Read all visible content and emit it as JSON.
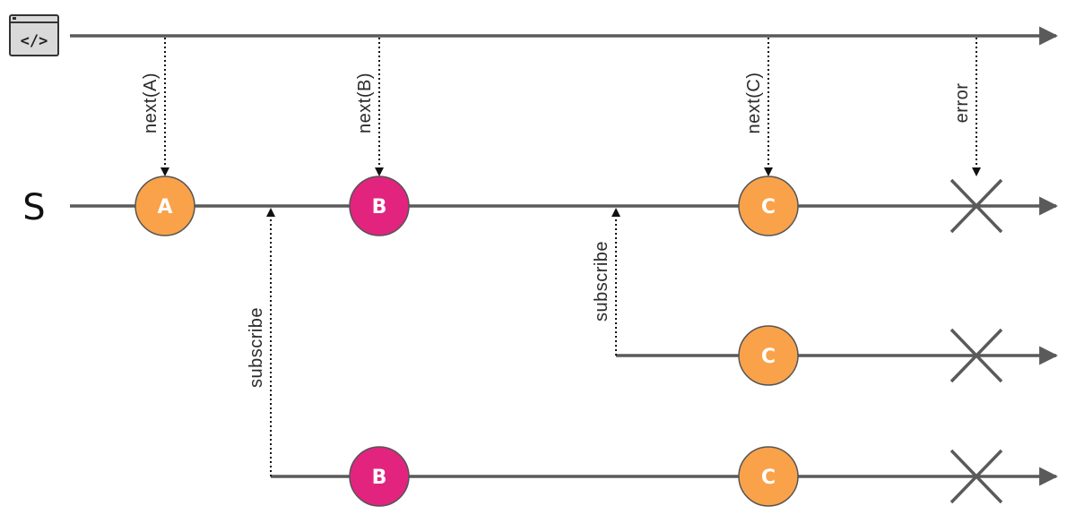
{
  "source_icon": {
    "name": "code-icon",
    "glyph": "</>"
  },
  "subject_label": "S",
  "notifications": [
    {
      "label": "next(A)",
      "value": "A"
    },
    {
      "label": "next(B)",
      "value": "B"
    },
    {
      "label": "next(C)",
      "value": "C"
    },
    {
      "label": "error"
    }
  ],
  "subscriptions": [
    {
      "label": "subscribe"
    },
    {
      "label": "subscribe"
    }
  ],
  "marbles": [
    {
      "text": "A",
      "color": "#f9a24a"
    },
    {
      "text": "B",
      "color": "#e2247f"
    },
    {
      "text": "C",
      "color": "#f9a24a"
    },
    {
      "text": "C",
      "color": "#f9a24a"
    },
    {
      "text": "B",
      "color": "#e2247f"
    },
    {
      "text": "C",
      "color": "#f9a24a"
    }
  ],
  "colors": {
    "orange": "#f9a24a",
    "magenta": "#e2247f",
    "line": "#5a5a5a",
    "icon_fill": "#d9d9d9"
  }
}
